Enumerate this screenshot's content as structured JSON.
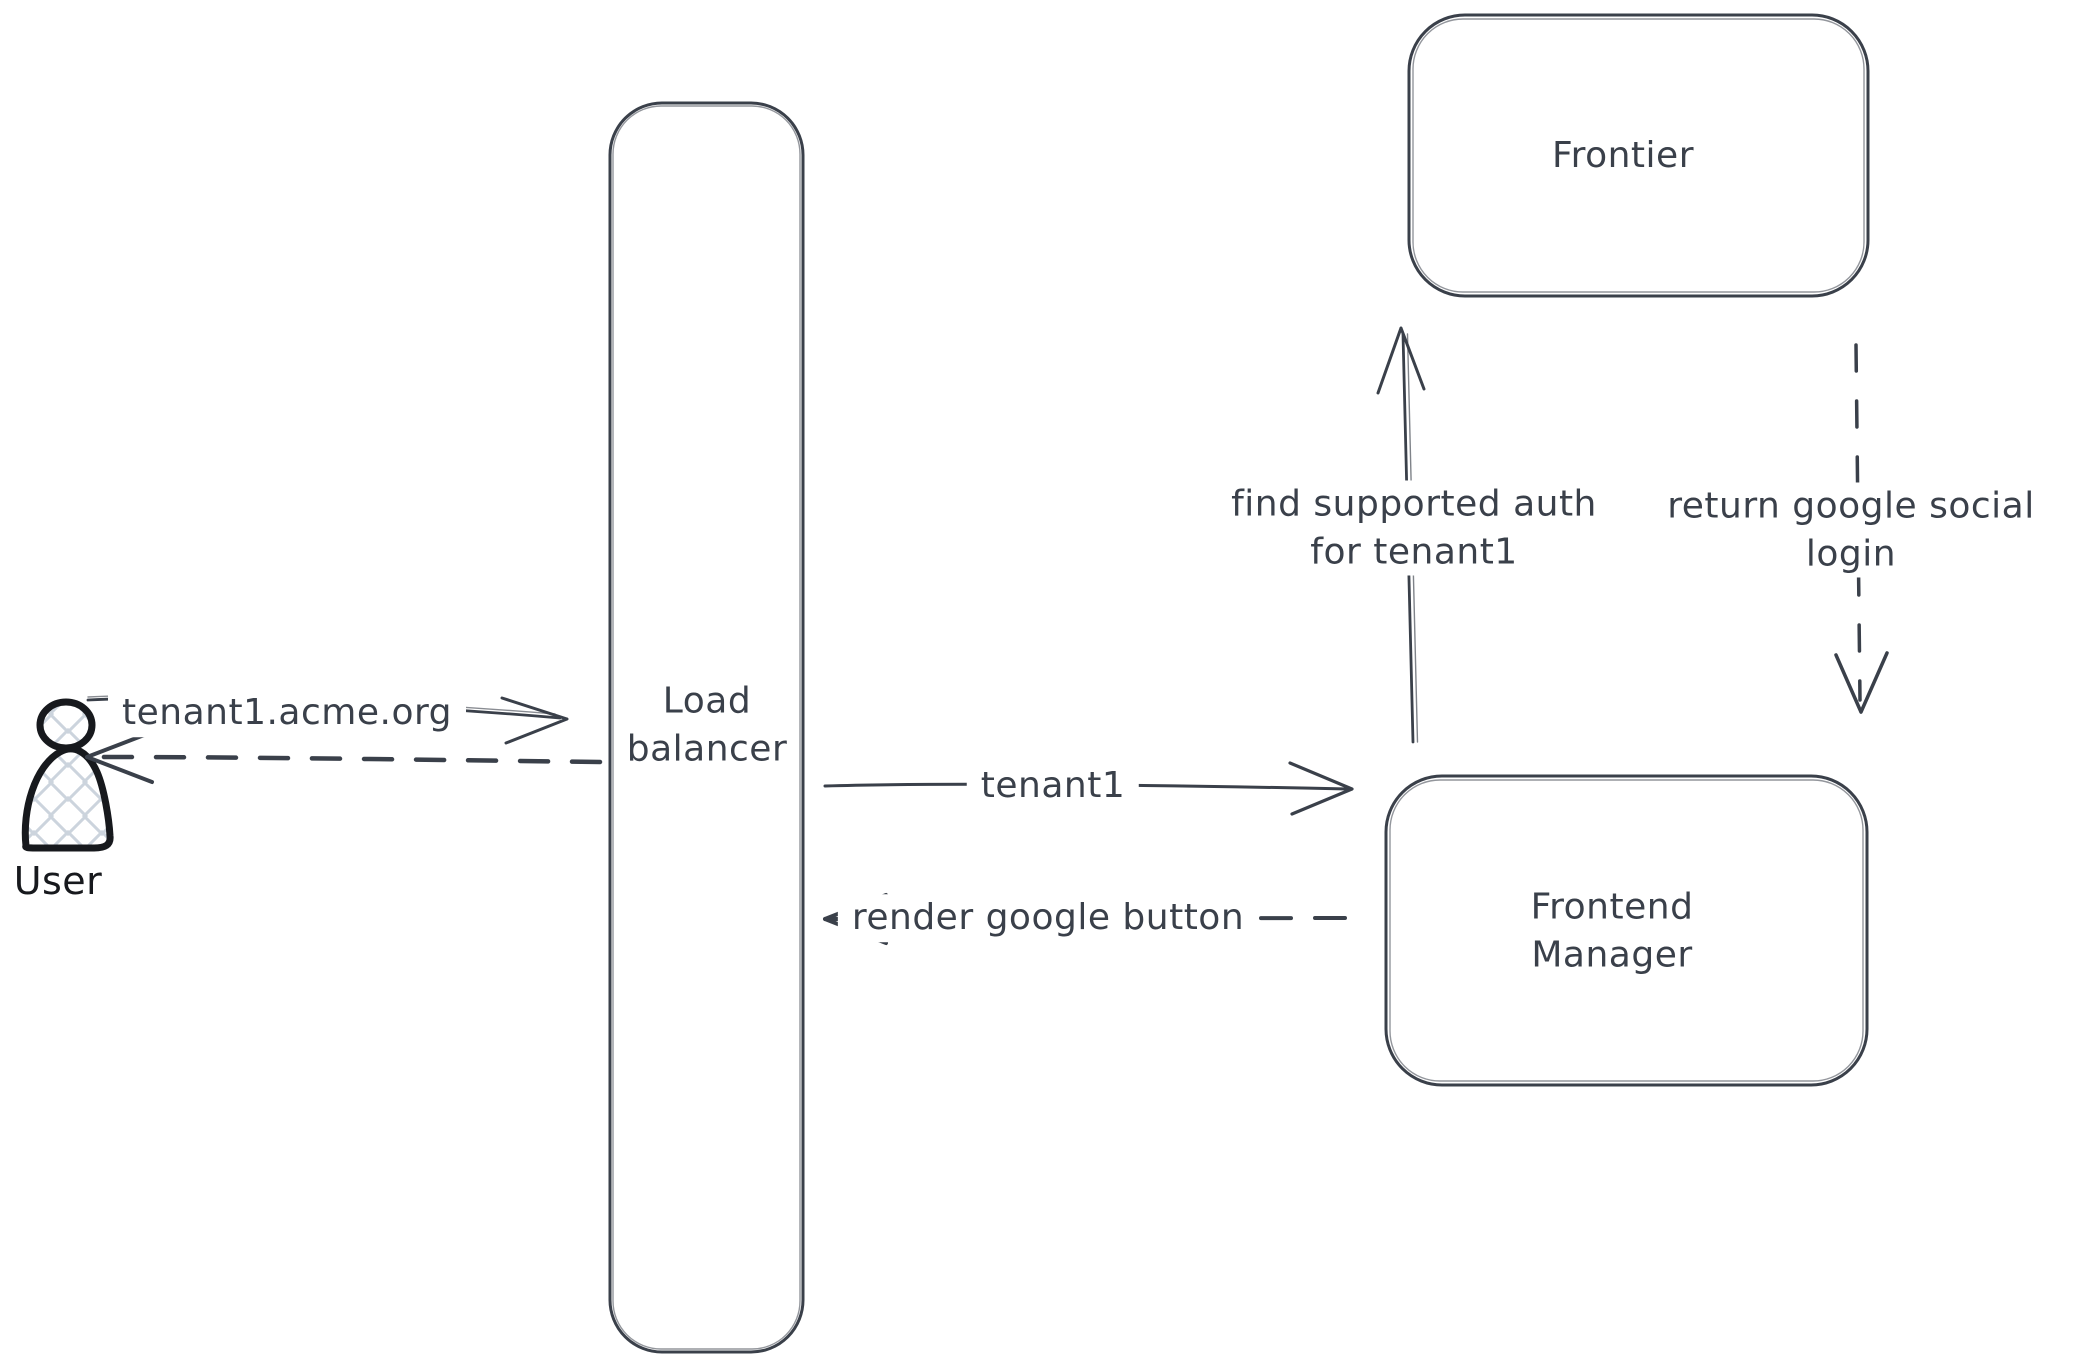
{
  "diagram": {
    "type": "sequence-flow",
    "background_color": "#ffffff",
    "stroke_color": "#3a404a",
    "actor_stroke_color": "#17191d",
    "actor_fill_hatch_color": "#ccd4dd"
  },
  "nodes": {
    "user": {
      "label": "User",
      "shape": "actor"
    },
    "load_balancer": {
      "lines": [
        "Load",
        "balancer"
      ],
      "shape": "tall-rounded-rect"
    },
    "frontier": {
      "label": "Frontier",
      "shape": "rounded-rect"
    },
    "frontend_manager": {
      "lines": [
        "Frontend",
        "Manager"
      ],
      "shape": "rounded-rect"
    }
  },
  "edges": {
    "user_to_load_balancer": {
      "label": "tenant1.acme.org",
      "from": "user",
      "to": "load_balancer",
      "line": "solid",
      "arrow": "right"
    },
    "load_balancer_to_user": {
      "label": "",
      "from": "load_balancer",
      "to": "user",
      "line": "dashed",
      "arrow": "left"
    },
    "load_balancer_to_frontend_manager": {
      "label": "tenant1",
      "from": "load_balancer",
      "to": "frontend_manager",
      "line": "solid",
      "arrow": "right"
    },
    "frontend_manager_to_load_balancer": {
      "label": "render google button",
      "from": "frontend_manager",
      "to": "load_balancer",
      "line": "dashed",
      "arrow": "left"
    },
    "frontend_manager_to_frontier": {
      "lines": [
        "find supported auth",
        "for tenant1"
      ],
      "from": "frontend_manager",
      "to": "frontier",
      "line": "solid",
      "arrow": "up"
    },
    "frontier_to_frontend_manager": {
      "lines": [
        "return google social",
        "login"
      ],
      "from": "frontier",
      "to": "frontend_manager",
      "line": "dashed",
      "arrow": "down"
    }
  }
}
